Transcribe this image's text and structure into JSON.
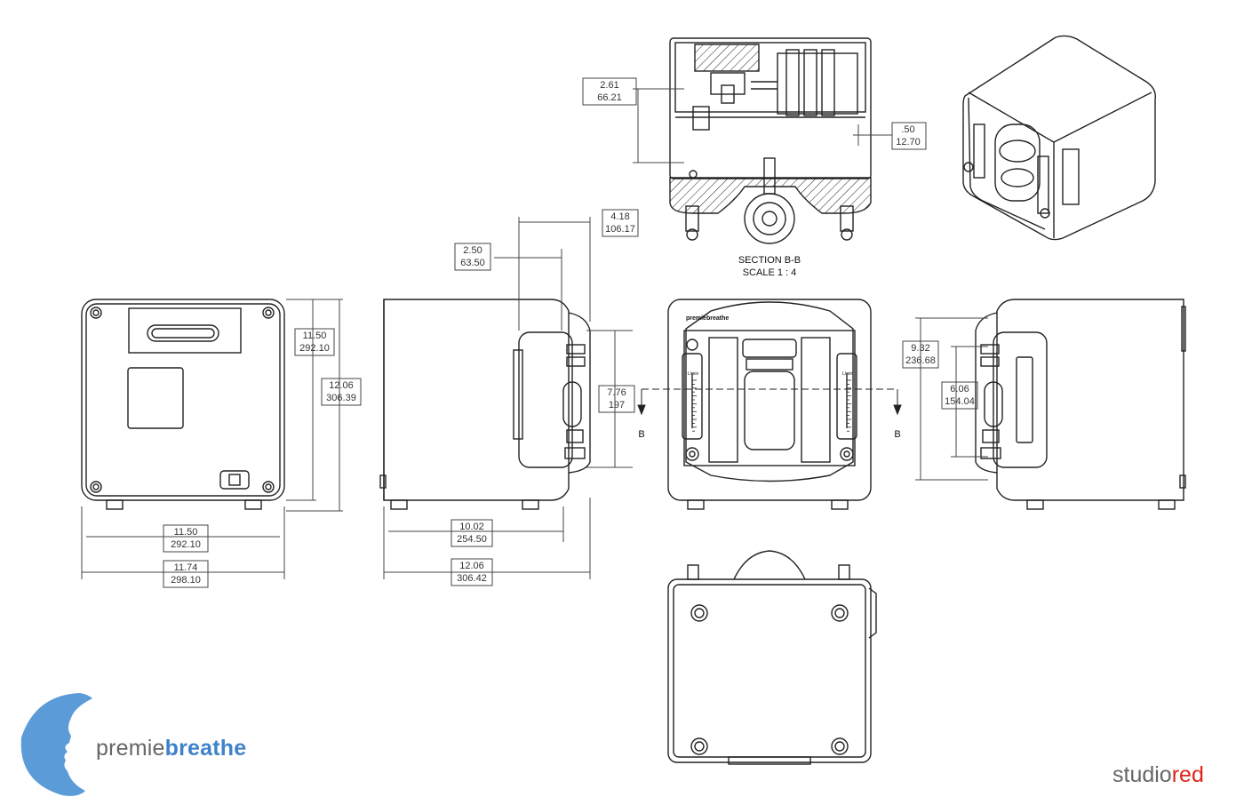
{
  "section": {
    "title": "SECTION B-B",
    "scale": "SCALE 1 : 4",
    "cut_label": "B"
  },
  "dims": {
    "d_261": {
      "in": "2.61",
      "mm": "66.21"
    },
    "d_050": {
      "in": ".50",
      "mm": "12.70"
    },
    "d_418": {
      "in": "4.18",
      "mm": "106.17"
    },
    "d_250": {
      "in": "2.50",
      "mm": "63.50"
    },
    "d_1150v": {
      "in": "11.50",
      "mm": "292.10"
    },
    "d_1206v": {
      "in": "12.06",
      "mm": "306.39"
    },
    "d_776": {
      "in": "7.76",
      "mm": "197"
    },
    "d_932": {
      "in": "9.32",
      "mm": "236.68"
    },
    "d_606": {
      "in": "6.06",
      "mm": "154.04"
    },
    "d_1150h": {
      "in": "11.50",
      "mm": "292.10"
    },
    "d_1174": {
      "in": "11.74",
      "mm": "298.10"
    },
    "d_1002": {
      "in": "10.02",
      "mm": "254.50"
    },
    "d_1206h": {
      "in": "12.06",
      "mm": "306.42"
    }
  },
  "device_brand": "premiebreathe",
  "flowmeter_label": "L/min",
  "logo": {
    "part1": "premie",
    "part2": "breathe",
    "accent": "#3f82c9"
  },
  "studio": {
    "part1": "studio",
    "part2": "red",
    "accent": "#e0231b"
  }
}
